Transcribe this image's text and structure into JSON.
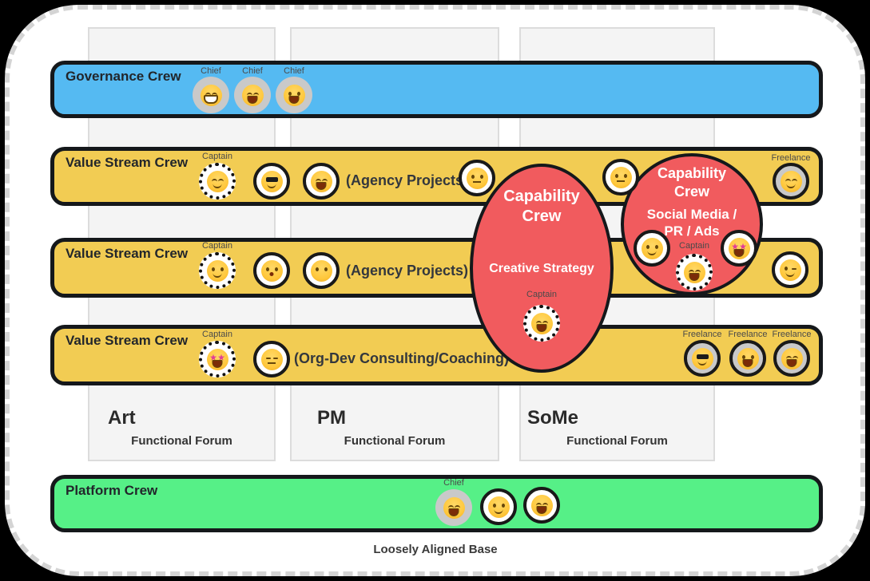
{
  "colors": {
    "page_bg": "#000000",
    "panel_bg": "#FFFFFF",
    "column_bg": "#F4F4F4",
    "blue": "#55BAF2",
    "yellow": "#F2CC53",
    "red": "#F15B5E",
    "green": "#56F087",
    "chip_gray": "#C9C9C9",
    "border_dark": "#15181B"
  },
  "base_label": "Loosely Aligned Base",
  "forums": [
    {
      "name": "Art",
      "type": "Functional Forum"
    },
    {
      "name": "PM",
      "type": "Functional Forum"
    },
    {
      "name": "SoMe",
      "type": "Functional Forum"
    }
  ],
  "crews": {
    "governance": {
      "label": "Governance Crew",
      "members": [
        {
          "role": "Chief",
          "emoji": "😁",
          "face": "happy grin"
        },
        {
          "role": "Chief",
          "emoji": "😂",
          "face": "happy open"
        },
        {
          "role": "Chief",
          "emoji": "😃",
          "face": "dot open"
        }
      ]
    },
    "vs1": {
      "label": "Value Stream Crew",
      "note": "(Agency Projects)",
      "captain": {
        "role": "Captain",
        "emoji": "😊",
        "face": "happy smile"
      },
      "members": [
        {
          "emoji": "😎",
          "face": "shades smile"
        },
        {
          "emoji": "🤗",
          "face": "happy open"
        },
        {
          "emoji": "😐",
          "face": "dot flat"
        },
        {
          "emoji": "🙄",
          "face": "dot flat"
        }
      ],
      "freelancer": {
        "role": "Freelance",
        "emoji": "😊",
        "face": "happy smile"
      }
    },
    "vs2": {
      "label": "Value Stream Crew",
      "note": "(Agency Projects)",
      "captain": {
        "role": "Captain",
        "emoji": "🙂",
        "face": "dot smile"
      },
      "members": [
        {
          "emoji": "😯",
          "face": "dot o"
        },
        {
          "emoji": "😶",
          "face": "dot none"
        },
        {
          "emoji": "😉",
          "face": "wink smile"
        }
      ]
    },
    "vs3": {
      "label": "Value Stream Crew",
      "note": "(Org-Dev Consulting/Coaching)",
      "captain": {
        "role": "Captain",
        "emoji": "🤩",
        "face": "star open"
      },
      "members": [
        {
          "emoji": "😑",
          "face": "line flat"
        }
      ],
      "freelancers": [
        {
          "role": "Freelance",
          "emoji": "😎",
          "face": "shades smile"
        },
        {
          "role": "Freelance",
          "emoji": "😃",
          "face": "dot open"
        },
        {
          "role": "Freelance",
          "emoji": "😂",
          "face": "happy open"
        }
      ]
    },
    "cap_creative": {
      "label": "Capability Crew",
      "specialty": "Creative Strategy",
      "captain": {
        "role": "Captain",
        "emoji": "🤗",
        "face": "happy open"
      }
    },
    "cap_some": {
      "label": "Capability Crew",
      "specialty": "Social Media /\nPR / Ads",
      "captain": {
        "role": "Captain",
        "emoji": "🤗",
        "face": "happy open"
      },
      "members": [
        {
          "emoji": "😏",
          "face": "dot smile"
        },
        {
          "emoji": "🤩",
          "face": "star open"
        }
      ]
    },
    "platform": {
      "label": "Platform Crew",
      "chief": {
        "role": "Chief",
        "emoji": "😄",
        "face": "happy open"
      },
      "members": [
        {
          "emoji": "🙂",
          "face": "dot smile"
        },
        {
          "emoji": "🤗",
          "face": "happy open"
        }
      ]
    }
  }
}
